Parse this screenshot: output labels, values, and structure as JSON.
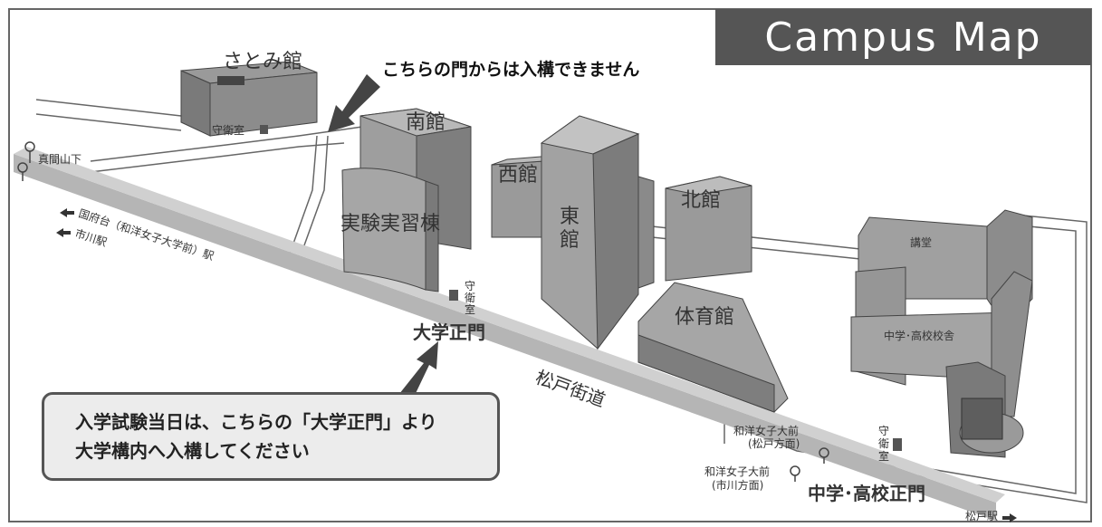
{
  "title": "Campus Map",
  "notices": {
    "no_entry_gate": "こちらの門からは入構できません",
    "exam_day_line1": "入学試験当日は、こちらの「大学正門」より",
    "exam_day_line2": "大学構内へ入構してください"
  },
  "buildings": {
    "satomi": "さとみ館",
    "south": "南館",
    "west": "西館",
    "east_1": "東",
    "east_2": "館",
    "north": "北館",
    "practice": "実験実習棟",
    "gym": "体育館",
    "lecture_hall": "講堂",
    "school": "中学･高校校舎"
  },
  "guard_rooms": {
    "satomi_guard": "守衛室",
    "main_guard_1": "守",
    "main_guard_2": "衛",
    "main_guard_3": "室",
    "school_guard_1": "守",
    "school_guard_2": "衛",
    "school_guard_3": "室"
  },
  "gates": {
    "main_gate": "大学正門",
    "school_gate": "中学･高校正門"
  },
  "road": "松戸街道",
  "bus_stops": {
    "mamayama": "真間山下",
    "wayo_matsudo_1": "和洋女子大前",
    "wayo_matsudo_2": "(松戸方面)",
    "wayo_ichikawa_1": "和洋女子大前",
    "wayo_ichikawa_2": "(市川方面)"
  },
  "directions": {
    "kounodai": "国府台（和洋女子大学前）駅",
    "ichikawa": "市川駅",
    "matsudo": "松戸駅"
  },
  "icons": [
    "arrow-down-left-icon",
    "arrow-up-right-icon",
    "bus-stop-icon",
    "direction-arrow-icon"
  ]
}
